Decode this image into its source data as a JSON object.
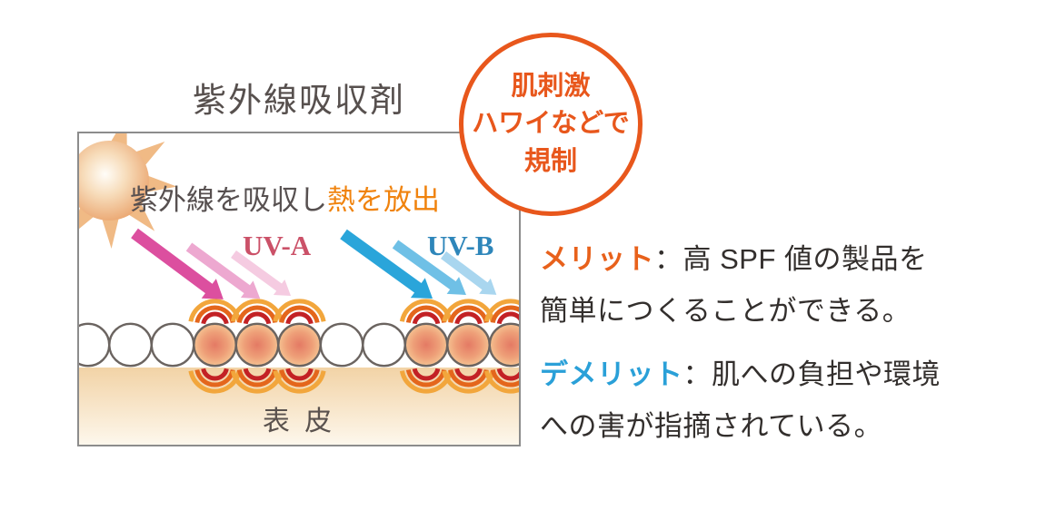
{
  "title": "紫外線吸収剤",
  "badge": {
    "lines": [
      "肌刺激",
      "ハワイなどで",
      "規制"
    ],
    "color": "#e8571c"
  },
  "diagram": {
    "caption_gray": "紫外線を吸収し",
    "caption_orange": "熱を放出",
    "uva_label": "UV-A",
    "uvb_label": "UV-B",
    "skin_label": "表 皮"
  },
  "merit": {
    "label": "メリット",
    "line1": "：高 SPF 値の製品を",
    "line2": "簡単につくることができる。"
  },
  "demerit": {
    "label": "デメリット",
    "line1": "：肌への負担や環境",
    "line2": "への害が指摘されている。"
  },
  "colors": {
    "badge_orange": "#e8571c",
    "merit_orange": "#e8611b",
    "demerit_blue": "#2aa0d8",
    "uva_pink": "#cb5168",
    "uvb_blue": "#2e86ba",
    "caption_orange": "#f0830e",
    "heat_red": "#c32125",
    "heat_orange": "#e4661c",
    "heat_amber": "#f2a63c",
    "arrow_pink_dark": "#dc4f9f",
    "arrow_pink_mid": "#eda8d0",
    "arrow_pink_light": "#f5cbe1",
    "arrow_blue_dark": "#2aa5da",
    "arrow_blue_mid": "#6fc0e6",
    "arrow_blue_light": "#a9d6ef"
  }
}
